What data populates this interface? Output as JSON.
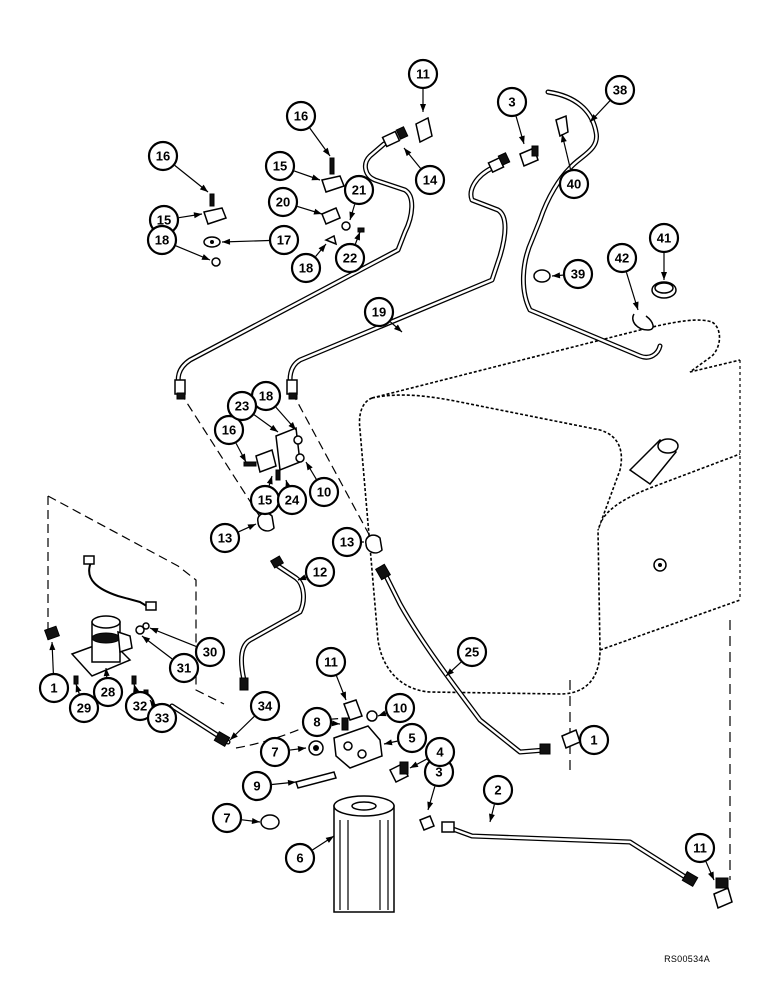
{
  "drawing": {
    "reference_code": "RS00534A"
  },
  "callouts": [
    {
      "number": "1"
    },
    {
      "number": "1"
    },
    {
      "number": "2"
    },
    {
      "number": "3"
    },
    {
      "number": "3"
    },
    {
      "number": "4"
    },
    {
      "number": "5"
    },
    {
      "number": "6"
    },
    {
      "number": "7"
    },
    {
      "number": "7"
    },
    {
      "number": "8"
    },
    {
      "number": "9"
    },
    {
      "number": "10"
    },
    {
      "number": "10"
    },
    {
      "number": "11"
    },
    {
      "number": "11"
    },
    {
      "number": "11"
    },
    {
      "number": "12"
    },
    {
      "number": "13"
    },
    {
      "number": "13"
    },
    {
      "number": "14"
    },
    {
      "number": "15"
    },
    {
      "number": "15"
    },
    {
      "number": "15"
    },
    {
      "number": "16"
    },
    {
      "number": "16"
    },
    {
      "number": "16"
    },
    {
      "number": "17"
    },
    {
      "number": "18"
    },
    {
      "number": "18"
    },
    {
      "number": "18"
    },
    {
      "number": "19"
    },
    {
      "number": "20"
    },
    {
      "number": "21"
    },
    {
      "number": "22"
    },
    {
      "number": "23"
    },
    {
      "number": "24"
    },
    {
      "number": "25"
    },
    {
      "number": "28"
    },
    {
      "number": "29"
    },
    {
      "number": "30"
    },
    {
      "number": "31"
    },
    {
      "number": "32"
    },
    {
      "number": "33"
    },
    {
      "number": "34"
    },
    {
      "number": "38"
    },
    {
      "number": "39"
    },
    {
      "number": "40"
    },
    {
      "number": "41"
    },
    {
      "number": "42"
    }
  ]
}
